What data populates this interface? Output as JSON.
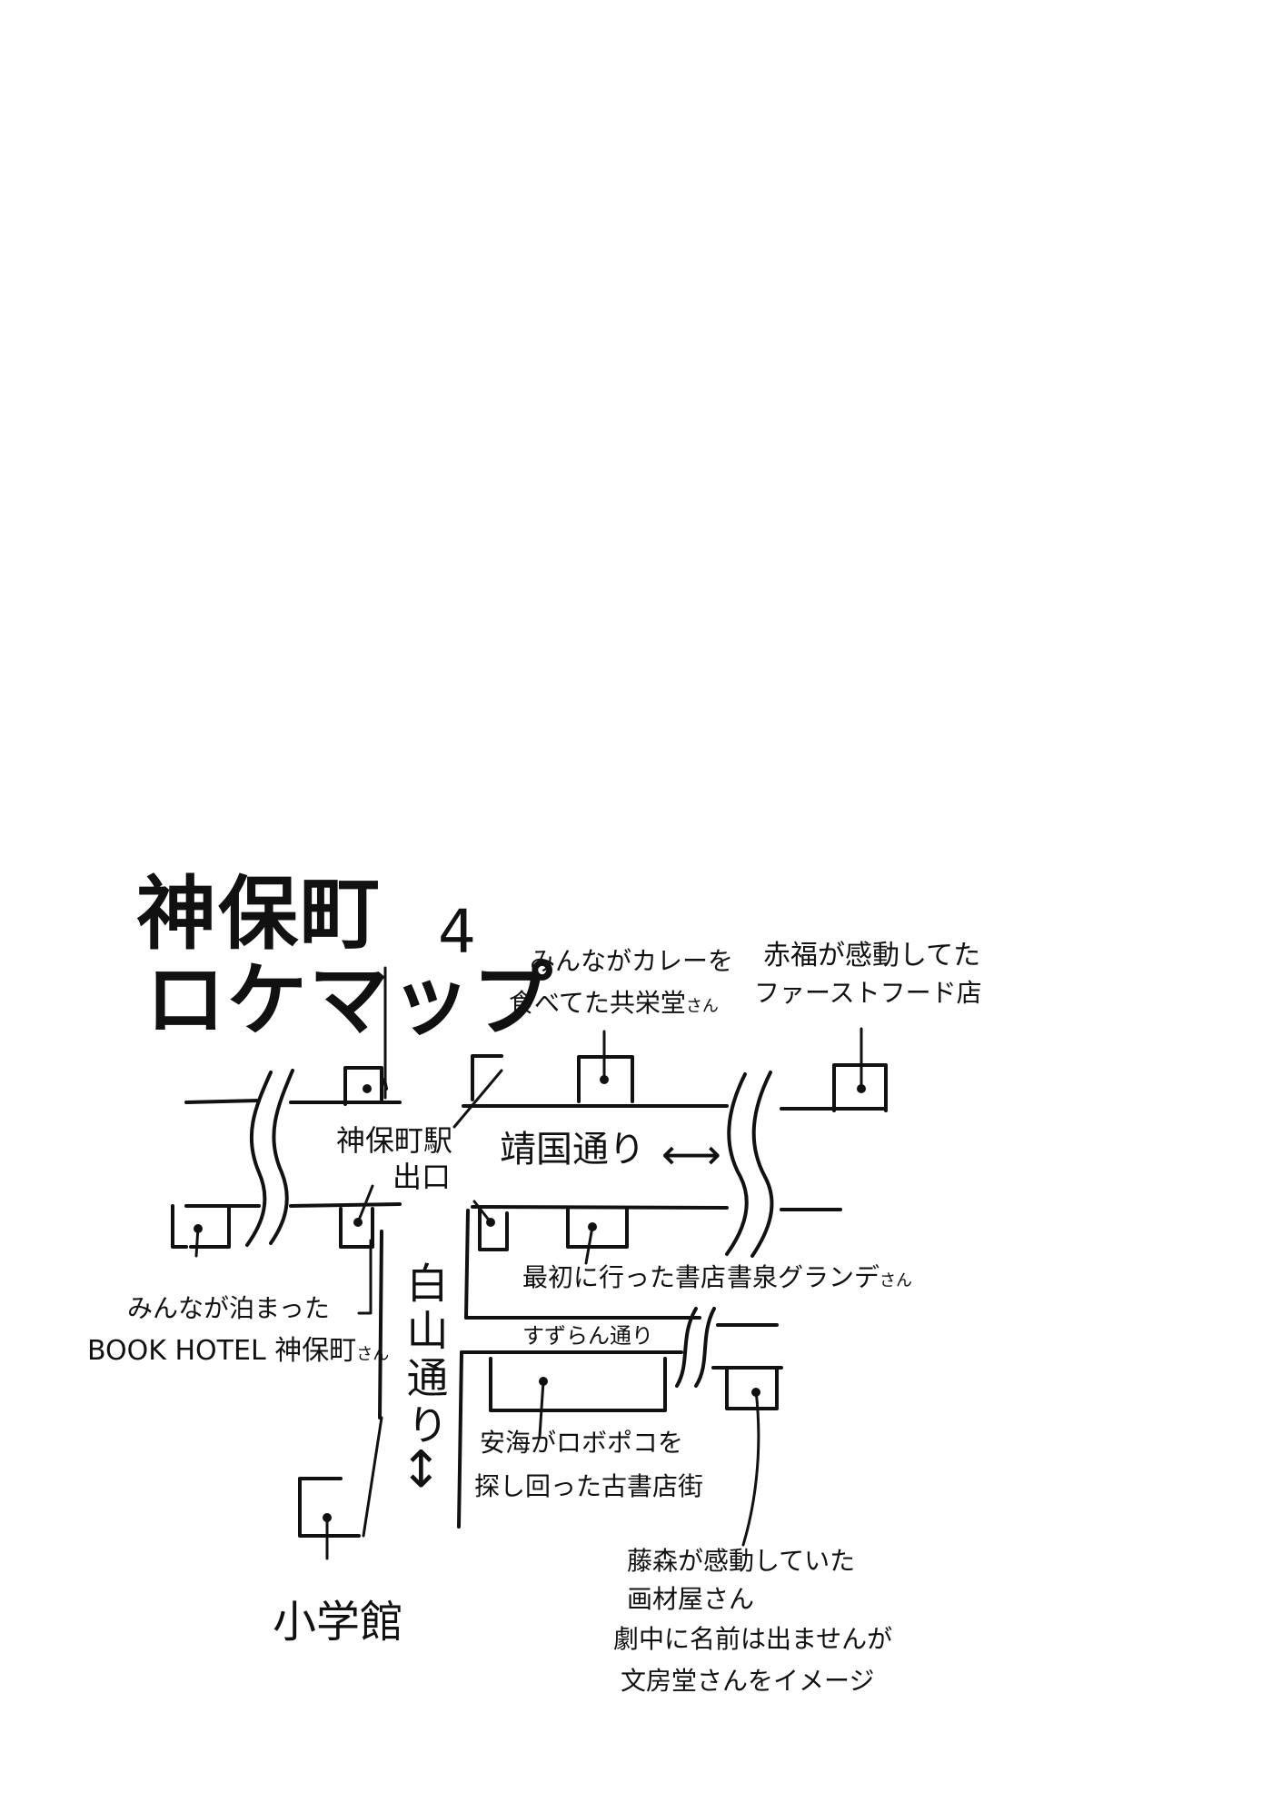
{
  "title": {
    "line1": "神保町",
    "line2": "ロケマップ"
  },
  "volume": "4",
  "labels": {
    "kyoeido_line1": "みんながカレーを",
    "kyoeido_line2": "食べてた共栄堂",
    "kyoeido_san": "さん",
    "fastfood_line1": "赤福が感動してた",
    "fastfood_line2": "ファーストフード店",
    "station_line1": "神保町駅",
    "station_line2": "出口",
    "first_bookstore": "最初に行った書店",
    "shosen_grande": "書泉グランデ",
    "shosen_san": "さん",
    "hotel_line1": "みんなが泊まった",
    "hotel_line2": "BOOK HOTEL 神保町",
    "hotel_san": "さん",
    "bookstreet_line1": "安海がロボポコを",
    "bookstreet_line2": "探し回った古書店街",
    "bunbodo_line1": "藤森が感動していた",
    "bunbodo_line2": "画材屋さん",
    "bunbodo_line3": "劇中に名前は出ませんが",
    "bunbodo_line4": "文房堂さんをイメージ",
    "shogakukan": "小学館"
  },
  "roads": {
    "yasukuni": "靖国通り",
    "hakusan": "白山通り",
    "suzuran": "すずらん通り"
  },
  "arrows": {
    "horizontal": "⟷",
    "vertical": "↕"
  },
  "colors": {
    "ink": "#111111",
    "paper": "#ffffff"
  }
}
